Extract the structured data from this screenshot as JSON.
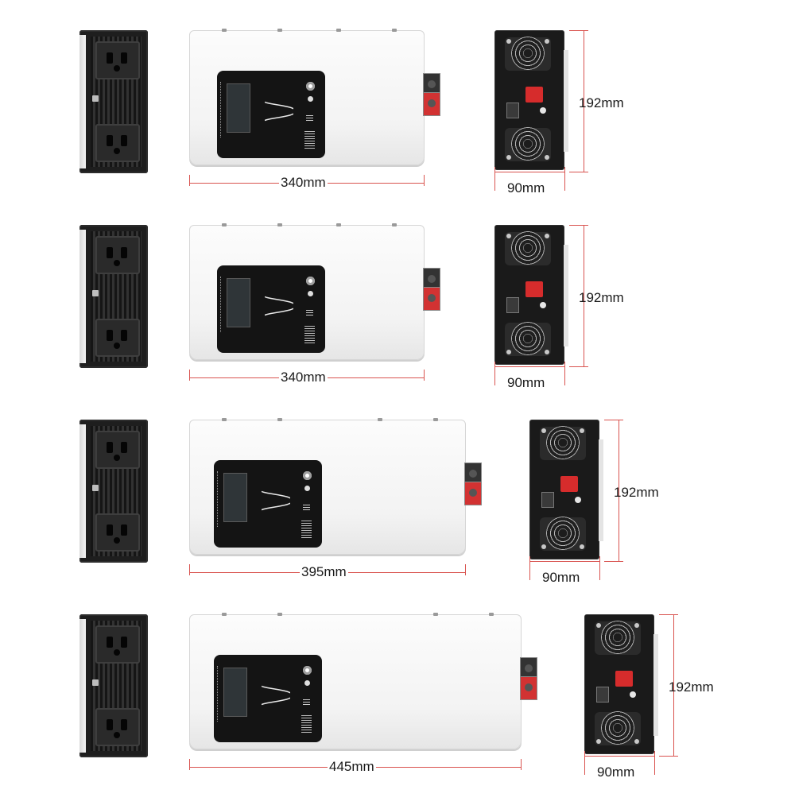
{
  "variants": [
    {
      "length": "340mm",
      "height": "192mm",
      "width": "90mm"
    },
    {
      "length": "340mm",
      "height": "192mm",
      "width": "90mm"
    },
    {
      "length": "395mm",
      "height": "192mm",
      "width": "90mm"
    },
    {
      "length": "445mm",
      "height": "192mm",
      "width": "90mm"
    }
  ],
  "colors": {
    "dimension_line": "#d9534f",
    "housing": "#f3f3f3",
    "panel": "#141414",
    "terminal_positive": "#d23232"
  },
  "icons": [
    "ac-outlet-icon",
    "power-switch-icon",
    "fan-grille-icon",
    "sine-wave-icon",
    "battery-terminal-icon"
  ]
}
